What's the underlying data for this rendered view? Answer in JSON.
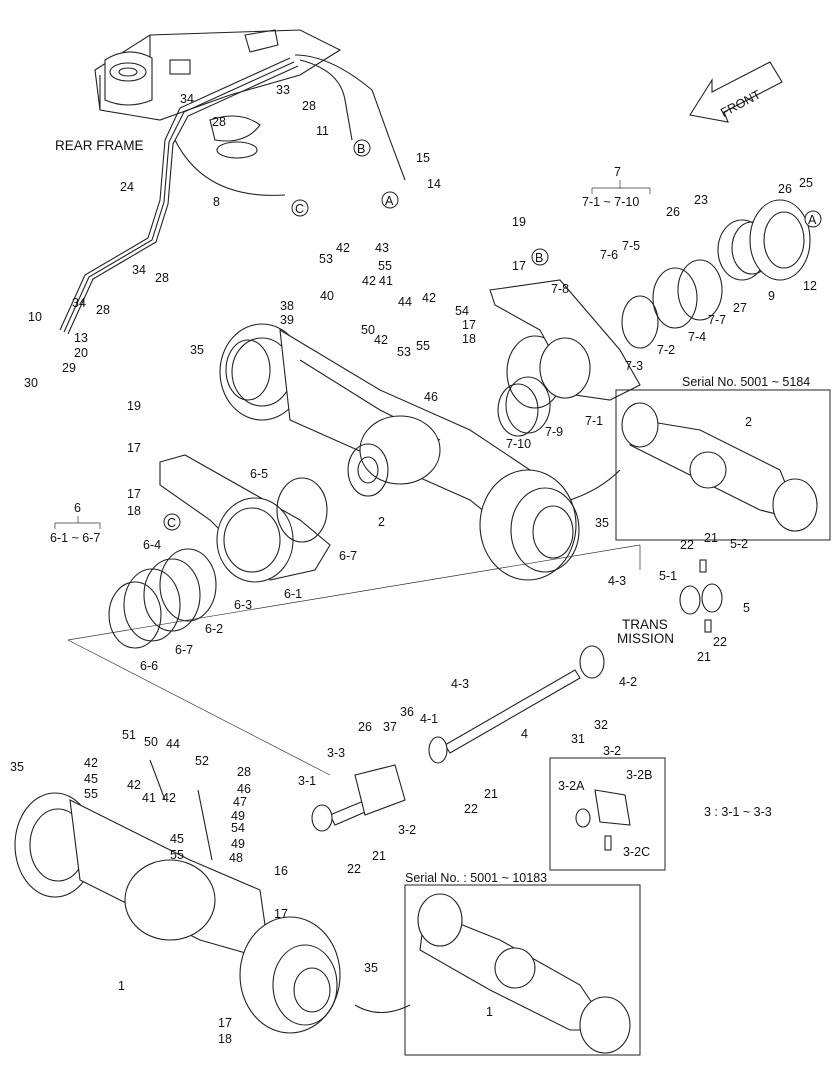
{
  "title": "",
  "notes": {
    "rear_frame": "REAR FRAME",
    "front": "FRONT",
    "trans_mission_1": "TRANS",
    "trans_mission_2": "MISSION",
    "serial_1": "Serial No.  5001 ~ 5184",
    "serial_2": "Serial No. : 5001 ~ 10183",
    "group_7_num": "7",
    "group_7_range": "7-1 ~ 7-10",
    "group_6_num": "6",
    "group_6_range": "6-1 ~ 6-7",
    "group_32_num": "3-2",
    "group_3": "3 : 3-1 ~ 3-3"
  },
  "circled": [
    "A",
    "B",
    "C"
  ],
  "callouts": [
    {
      "id": "c33",
      "text": "33"
    },
    {
      "id": "c34a",
      "text": "34"
    },
    {
      "id": "c28a",
      "text": "28"
    },
    {
      "id": "c28b",
      "text": "28"
    },
    {
      "id": "c11",
      "text": "11"
    },
    {
      "id": "c15",
      "text": "15"
    },
    {
      "id": "c14",
      "text": "14"
    },
    {
      "id": "c24",
      "text": "24"
    },
    {
      "id": "c8",
      "text": "8"
    },
    {
      "id": "c34b",
      "text": "34"
    },
    {
      "id": "c28c",
      "text": "28"
    },
    {
      "id": "c34c",
      "text": "34"
    },
    {
      "id": "c28d",
      "text": "28"
    },
    {
      "id": "c10",
      "text": "10"
    },
    {
      "id": "c13",
      "text": "13"
    },
    {
      "id": "c20",
      "text": "20"
    },
    {
      "id": "c29",
      "text": "29"
    },
    {
      "id": "c30",
      "text": "30"
    },
    {
      "id": "c19a",
      "text": "19"
    },
    {
      "id": "c17a",
      "text": "17"
    },
    {
      "id": "c78",
      "text": "7-8"
    },
    {
      "id": "c17b",
      "text": "17"
    },
    {
      "id": "c18a",
      "text": "18"
    },
    {
      "id": "c42a",
      "text": "42"
    },
    {
      "id": "c43",
      "text": "43"
    },
    {
      "id": "c53a",
      "text": "53"
    },
    {
      "id": "c55a",
      "text": "55"
    },
    {
      "id": "c42b",
      "text": "42"
    },
    {
      "id": "c41a",
      "text": "41"
    },
    {
      "id": "c44a",
      "text": "44"
    },
    {
      "id": "c40",
      "text": "40"
    },
    {
      "id": "c38",
      "text": "38"
    },
    {
      "id": "c39",
      "text": "39"
    },
    {
      "id": "c50a",
      "text": "50"
    },
    {
      "id": "c42c",
      "text": "42"
    },
    {
      "id": "c53b",
      "text": "53"
    },
    {
      "id": "c42d",
      "text": "42"
    },
    {
      "id": "c54a",
      "text": "54"
    },
    {
      "id": "c55b",
      "text": "55"
    },
    {
      "id": "c35a",
      "text": "35"
    },
    {
      "id": "c46a",
      "text": "46"
    },
    {
      "id": "c19b",
      "text": "19"
    },
    {
      "id": "c17c",
      "text": "17"
    },
    {
      "id": "c17d",
      "text": "17"
    },
    {
      "id": "c18b",
      "text": "18"
    },
    {
      "id": "c65",
      "text": "6-5"
    },
    {
      "id": "c64",
      "text": "6-4"
    },
    {
      "id": "c2a",
      "text": "2"
    },
    {
      "id": "c67a",
      "text": "6-7"
    },
    {
      "id": "c61",
      "text": "6-1"
    },
    {
      "id": "c63",
      "text": "6-3"
    },
    {
      "id": "c62",
      "text": "6-2"
    },
    {
      "id": "c66",
      "text": "6-6"
    },
    {
      "id": "c67b",
      "text": "6-7"
    },
    {
      "id": "c35b",
      "text": "35"
    },
    {
      "id": "c710",
      "text": "7-10"
    },
    {
      "id": "c79",
      "text": "7-9"
    },
    {
      "id": "c71",
      "text": "7-1"
    },
    {
      "id": "c73",
      "text": "7-3"
    },
    {
      "id": "c72",
      "text": "7-2"
    },
    {
      "id": "c74",
      "text": "7-4"
    },
    {
      "id": "c77",
      "text": "7-7"
    },
    {
      "id": "c76",
      "text": "7-6"
    },
    {
      "id": "c75",
      "text": "7-5"
    },
    {
      "id": "c26a",
      "text": "26"
    },
    {
      "id": "c23",
      "text": "23"
    },
    {
      "id": "c27",
      "text": "27"
    },
    {
      "id": "c9",
      "text": "9"
    },
    {
      "id": "c12",
      "text": "12"
    },
    {
      "id": "c26b",
      "text": "26"
    },
    {
      "id": "c25",
      "text": "25"
    },
    {
      "id": "c2b",
      "text": "2"
    },
    {
      "id": "c22a",
      "text": "22"
    },
    {
      "id": "c21a",
      "text": "21"
    },
    {
      "id": "c52",
      "text": "5-2"
    },
    {
      "id": "c51",
      "text": "5-1"
    },
    {
      "id": "c5",
      "text": "5"
    },
    {
      "id": "c22b",
      "text": "22"
    },
    {
      "id": "c21b",
      "text": "21"
    },
    {
      "id": "c43b",
      "text": "4-3"
    },
    {
      "id": "c42e",
      "text": "4-2"
    },
    {
      "id": "c32",
      "text": "32"
    },
    {
      "id": "c31",
      "text": "31"
    },
    {
      "id": "c4",
      "text": "4"
    },
    {
      "id": "c43c",
      "text": "4-3"
    },
    {
      "id": "c41b",
      "text": "4-1"
    },
    {
      "id": "c36",
      "text": "36"
    },
    {
      "id": "c37",
      "text": "37"
    },
    {
      "id": "c26c",
      "text": "26"
    },
    {
      "id": "c33b",
      "text": "3-3"
    },
    {
      "id": "c31b",
      "text": "3-1"
    },
    {
      "id": "c32b",
      "text": "3-2"
    },
    {
      "id": "c21c",
      "text": "21"
    },
    {
      "id": "c22c",
      "text": "22"
    },
    {
      "id": "c21d",
      "text": "21"
    },
    {
      "id": "c22d",
      "text": "22"
    },
    {
      "id": "c32a",
      "text": "3-2A"
    },
    {
      "id": "c32bb",
      "text": "3-2B"
    },
    {
      "id": "c32c",
      "text": "3-2C"
    },
    {
      "id": "c51b",
      "text": "51"
    },
    {
      "id": "c50b",
      "text": "50"
    },
    {
      "id": "c44b",
      "text": "44"
    },
    {
      "id": "c42f",
      "text": "42"
    },
    {
      "id": "c45a",
      "text": "45"
    },
    {
      "id": "c55c",
      "text": "55"
    },
    {
      "id": "c42g",
      "text": "42"
    },
    {
      "id": "c41c",
      "text": "41"
    },
    {
      "id": "c42h",
      "text": "42"
    },
    {
      "id": "c52b",
      "text": "52"
    },
    {
      "id": "c28e",
      "text": "28"
    },
    {
      "id": "c46b",
      "text": "46"
    },
    {
      "id": "c47",
      "text": "47"
    },
    {
      "id": "c49a",
      "text": "49"
    },
    {
      "id": "c54b",
      "text": "54"
    },
    {
      "id": "c45b",
      "text": "45"
    },
    {
      "id": "c49b",
      "text": "49"
    },
    {
      "id": "c55d",
      "text": "55"
    },
    {
      "id": "c48",
      "text": "48"
    },
    {
      "id": "c35c",
      "text": "35"
    },
    {
      "id": "c16",
      "text": "16"
    },
    {
      "id": "c17e",
      "text": "17"
    },
    {
      "id": "c1a",
      "text": "1"
    },
    {
      "id": "c35d",
      "text": "35"
    },
    {
      "id": "c17f",
      "text": "17"
    },
    {
      "id": "c18c",
      "text": "18"
    },
    {
      "id": "c1b",
      "text": "1"
    }
  ]
}
